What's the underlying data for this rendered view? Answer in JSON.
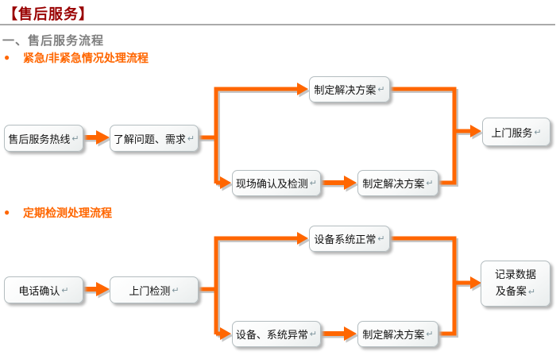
{
  "page": {
    "title": "【售后服务】",
    "section_heading": "一、售后服务流程",
    "bullet": "●",
    "return_mark": "↵"
  },
  "colors": {
    "title_red": "#990000",
    "accent_orange": "#ff6600",
    "heading_gray": "#7f7f7f",
    "box_border": "#b4bdc0",
    "shadow_gray": "#b3b3b3"
  },
  "flowcharts": [
    {
      "heading": "紧急/非紧急情况处理流程",
      "nodes": {
        "hotline": "售后服务热线",
        "understand": "了解问题、需求",
        "plan_top": "制定解决方案",
        "onsite_check": "现场确认及检测",
        "plan_bottom": "制定解决方案",
        "door_service": "上门服务"
      }
    },
    {
      "heading": "定期检测处理流程",
      "nodes": {
        "phone_confirm": "电话确认",
        "door_check": "上门检测",
        "system_normal": "设备系统正常",
        "system_abnormal": "设备、系统异常",
        "plan_bottom": "制定解决方案",
        "record_line1": "记录数据",
        "record_line2": "及备案"
      }
    }
  ]
}
